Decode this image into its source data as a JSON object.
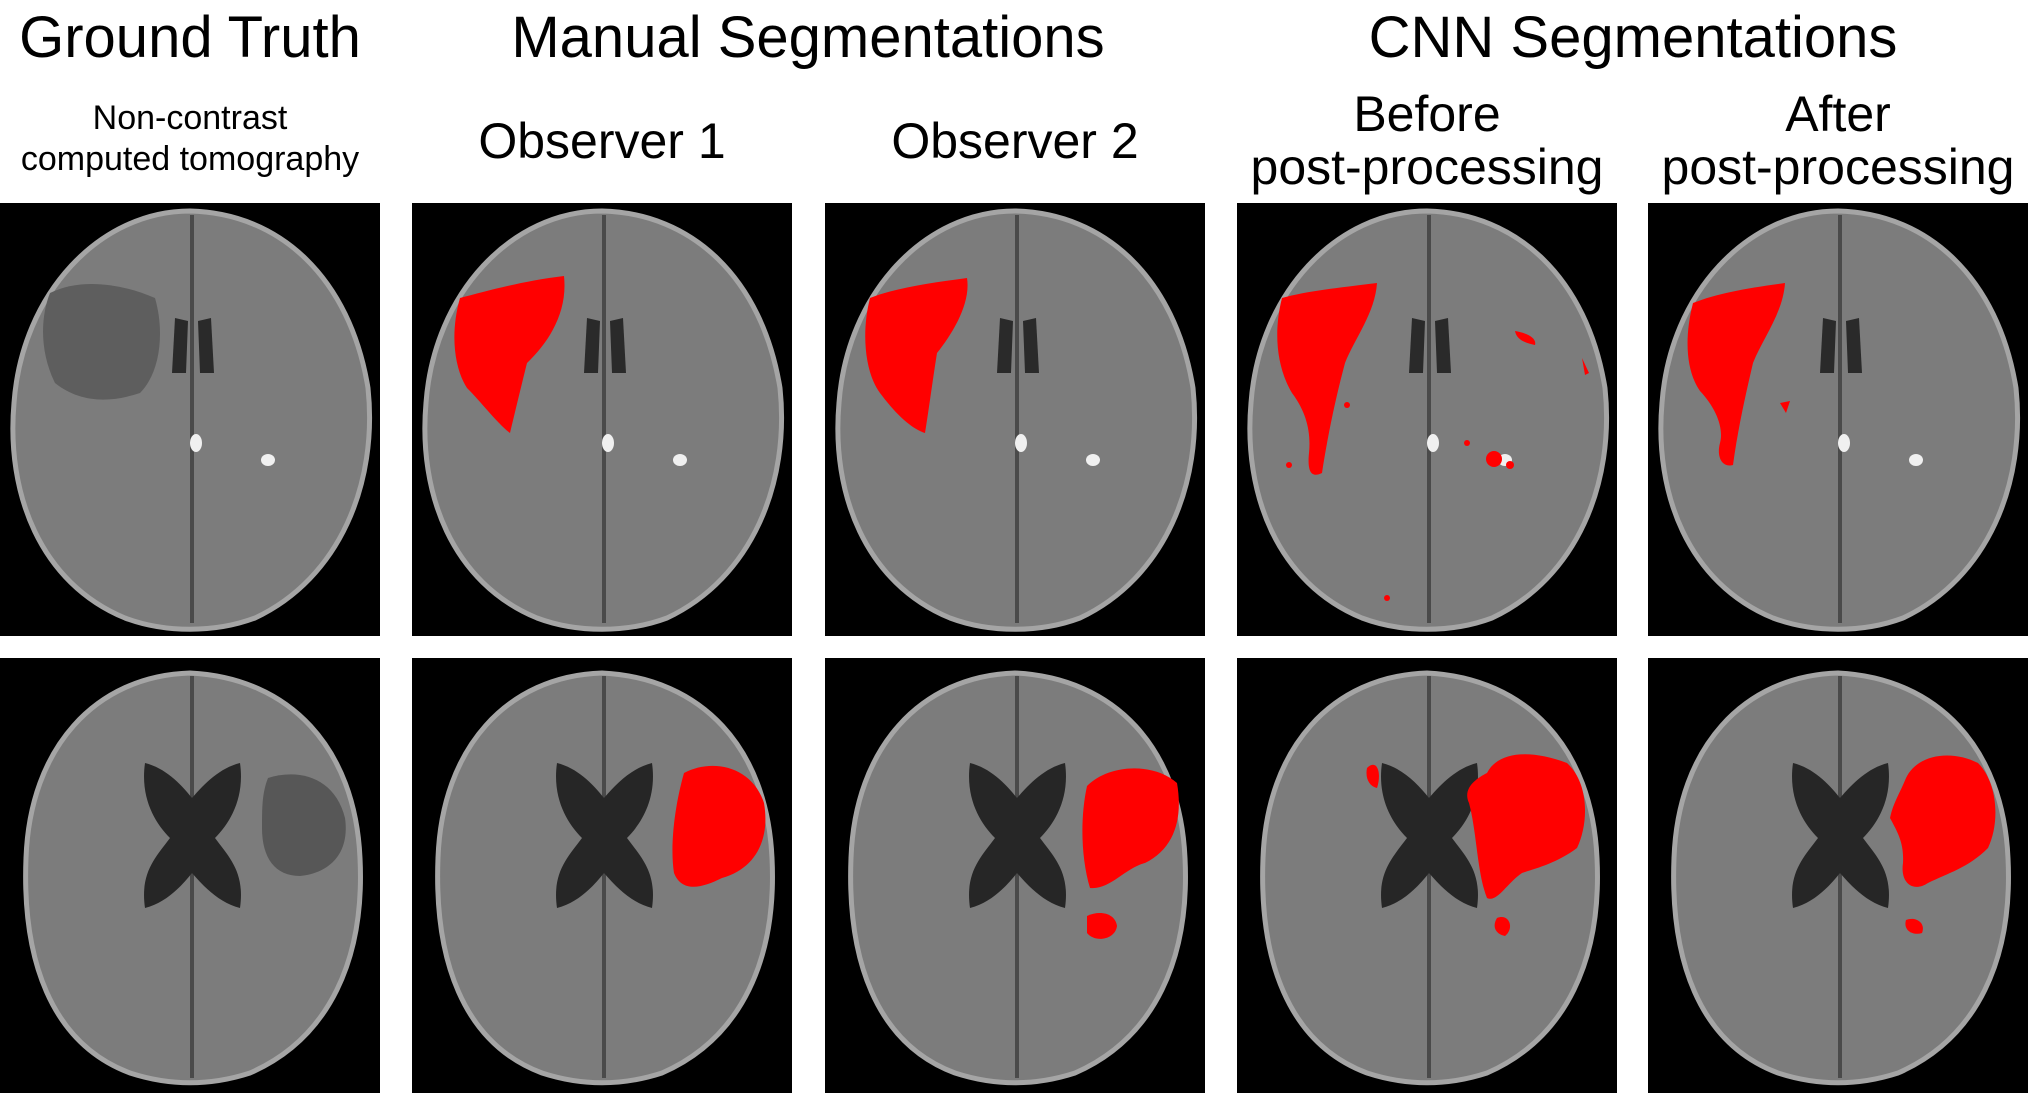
{
  "headers": {
    "ground_truth": "Ground Truth",
    "manual": "Manual Segmentations",
    "cnn": "CNN Segmentations"
  },
  "subheaders": {
    "ncct_line1": "Non-contrast",
    "ncct_line2": "computed tomography",
    "observer1": "Observer 1",
    "observer2": "Observer 2",
    "before_line1": "Before",
    "before_line2": "post-processing",
    "after_line1": "After",
    "after_line2": "post-processing"
  },
  "colors": {
    "segmentation": "#ff0000",
    "background": "#000000",
    "brain": "#7a7a7a",
    "lesion": "#5a5a5a",
    "ventricle": "#262626"
  },
  "grid": {
    "rows": [
      "row-1",
      "row-2"
    ],
    "columns": [
      "ground-truth-ncct",
      "observer-1",
      "observer-2",
      "cnn-before-post-processing",
      "cnn-after-post-processing"
    ]
  }
}
